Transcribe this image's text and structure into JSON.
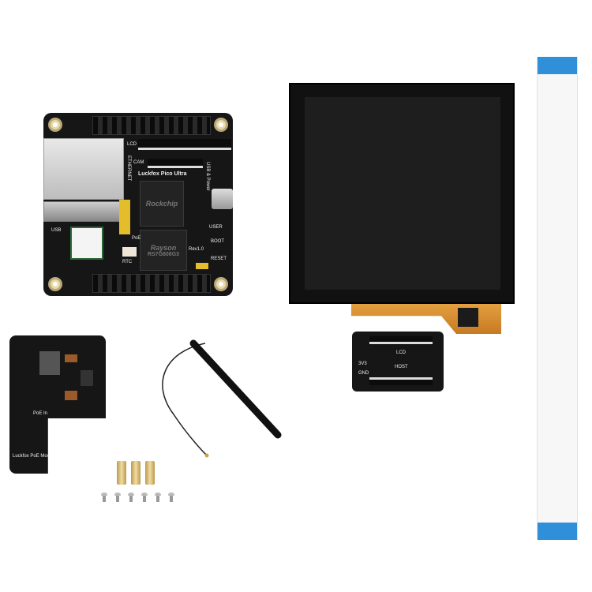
{
  "main_board": {
    "name": "Luckfox Pico Ultra",
    "soc_brand": "Rockchip",
    "flash_brand": "Rayson",
    "flash_part": "RS7G808G3",
    "labels": [
      "ETHERNET",
      "CAM",
      "LCD",
      "USB & Power",
      "USER",
      "BOOT",
      "RESET",
      "RTC",
      "PoE",
      "USB",
      "Rev1.0"
    ]
  },
  "poe_module": {
    "name": "Luckfox PoE Module",
    "label": "PoE In"
  },
  "lcd_adapter": {
    "label_lcd": "LCD",
    "label_host": "HOST",
    "pins": [
      "3V3",
      "GND"
    ]
  },
  "colors": {
    "pcb": "#161616",
    "screen": "#1b1b1b",
    "flex": "#d88a2a",
    "ribbon_tab": "#2f8fd8",
    "standoff": "#e0c780"
  }
}
